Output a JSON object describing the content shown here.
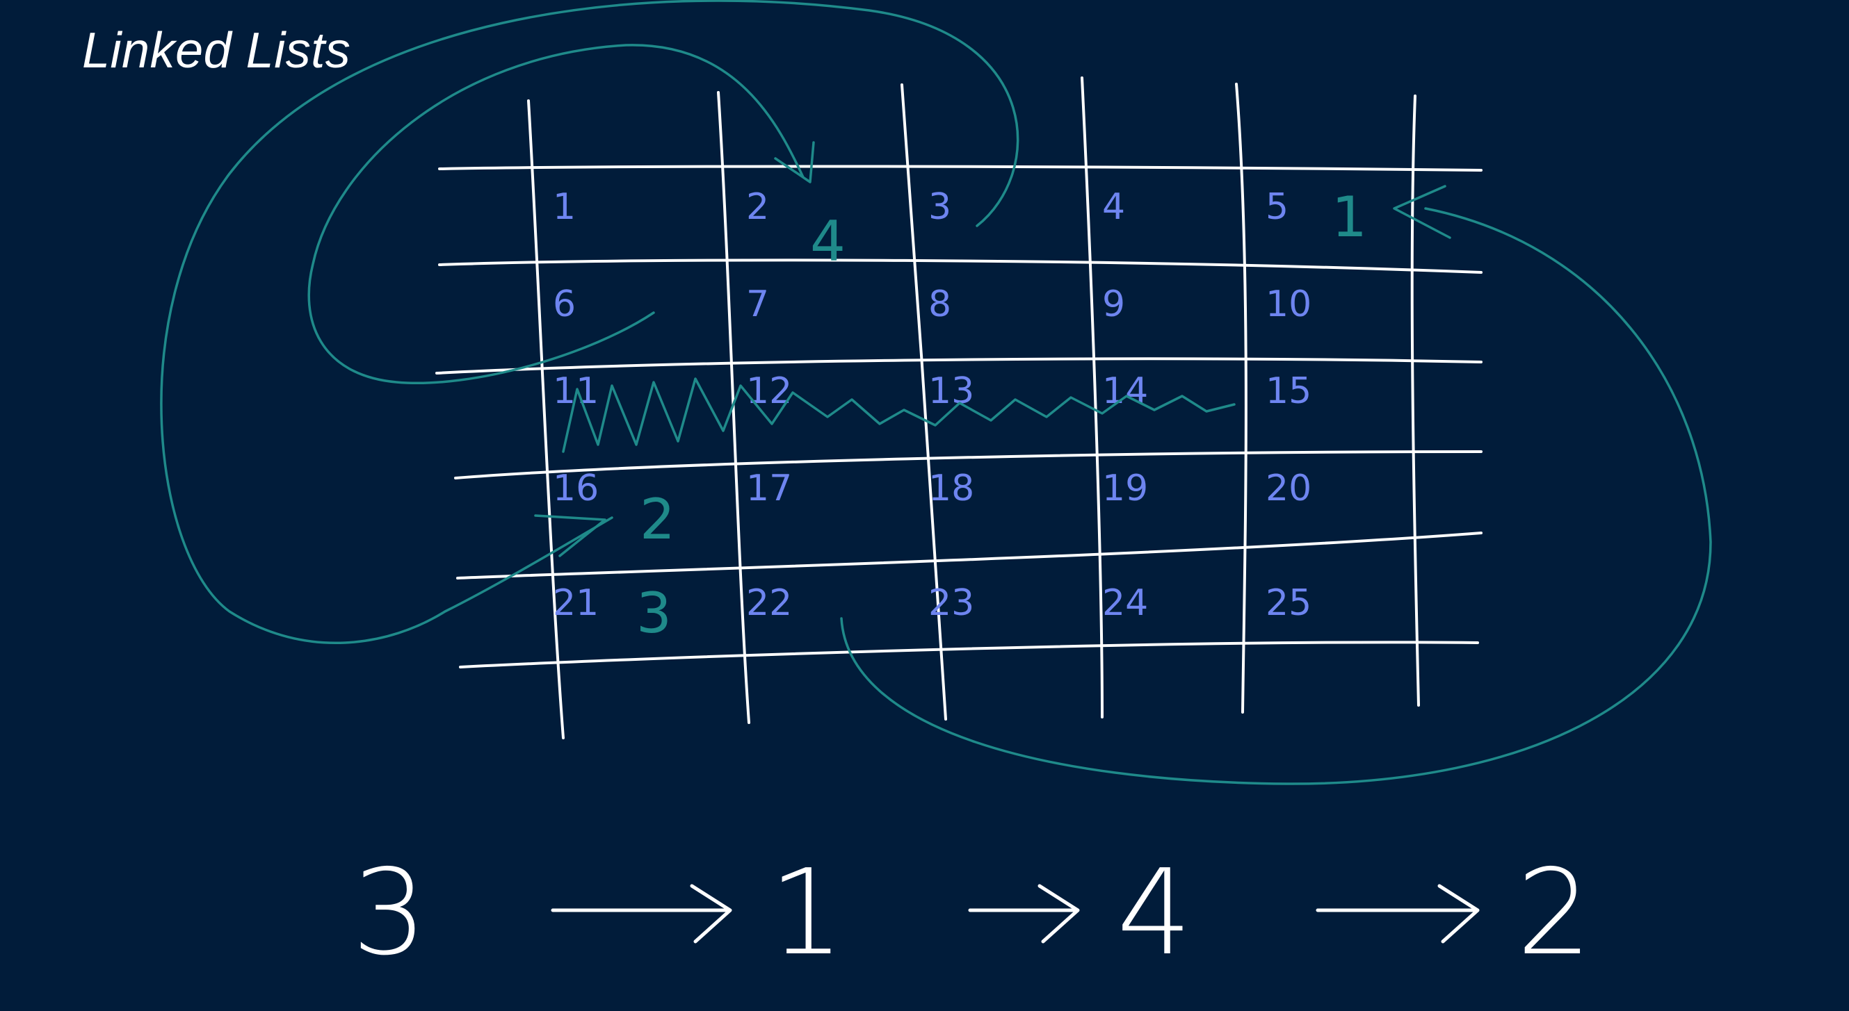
{
  "title": "Linked Lists",
  "grid": {
    "cells": [
      "1",
      "2",
      "3",
      "4",
      "5",
      "6",
      "7",
      "8",
      "9",
      "10",
      "11",
      "12",
      "13",
      "14",
      "15",
      "16",
      "17",
      "18",
      "19",
      "20",
      "21",
      "22",
      "23",
      "24",
      "25"
    ]
  },
  "annotations": {
    "order_marks": [
      {
        "text": "1",
        "cell": "5"
      },
      {
        "text": "2",
        "cell": "16"
      },
      {
        "text": "3",
        "cell": "21"
      },
      {
        "text": "4",
        "cell": "2"
      }
    ],
    "colors": {
      "background": "#011c3a",
      "ink": "#1f8a8a",
      "numbers": "#6e85f0",
      "lines": "#ffffff"
    }
  },
  "sequence": {
    "nodes": [
      "3",
      "1",
      "4",
      "2"
    ],
    "arrow": "right-arrow"
  }
}
